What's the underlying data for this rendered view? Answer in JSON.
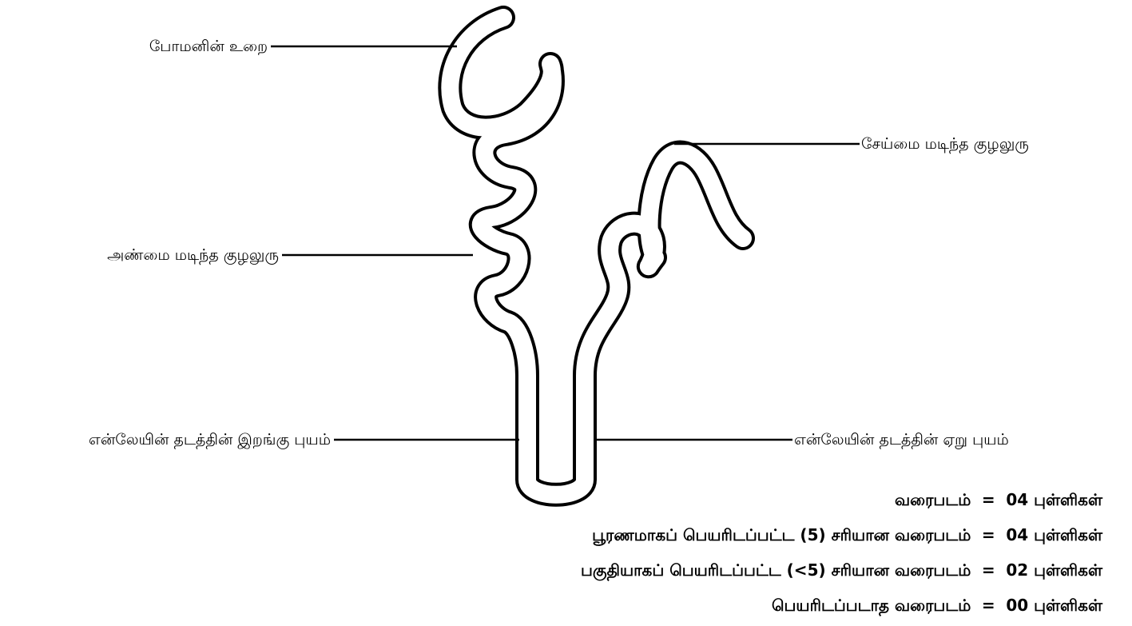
{
  "diagram": {
    "labels": {
      "bowman_capsule": "போமனின் உறை",
      "distal_tubule": "சேய்மை மடிந்த குழலுரு",
      "proximal_tubule": "அண்மை மடிந்த குழலுரு",
      "descending_limb": "என்லேயின் தடத்தின் இறங்கு புயம்",
      "ascending_limb": "என்லேயின் தடத்தின் ஏறு புயம்"
    }
  },
  "marking": [
    {
      "criterion": "வரைபடம்",
      "value": "04 புள்ளிகள்"
    },
    {
      "criterion": "பூரணமாகப் பெயரிடப்பட்ட (5) சரியான வரைபடம்",
      "value": "04 புள்ளிகள்"
    },
    {
      "criterion": "பகுதியாகப் பெயரிடப்பட்ட (<5) சரியான வரைபடம்",
      "value": "02 புள்ளிகள்"
    },
    {
      "criterion": "பெயரிடப்படாத வரைபடம்",
      "value": "00 புள்ளிகள்"
    }
  ],
  "equals_sign": "="
}
